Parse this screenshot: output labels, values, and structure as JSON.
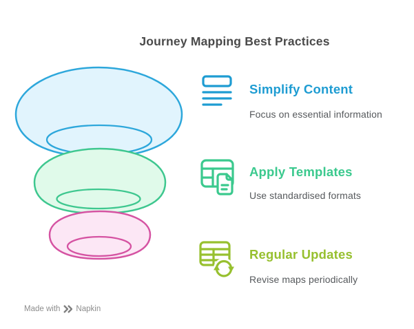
{
  "title": "Journey Mapping Best Practices",
  "colors": {
    "heading": "#4a4a4a",
    "body_text": "#56595c"
  },
  "funnel": {
    "layers": [
      {
        "fill": "#e1f4fd",
        "stroke": "#2da7db"
      },
      {
        "fill": "#e0faea",
        "stroke": "#3ec78f"
      },
      {
        "fill": "#fce7f5",
        "stroke": "#d553a2"
      }
    ]
  },
  "sections": [
    {
      "icon": "document-lines-icon",
      "color": "#1e9cd2",
      "title": "Simplify Content",
      "description": "Focus on essential information"
    },
    {
      "icon": "table-document-icon",
      "color": "#3bc98e",
      "title": "Apply Templates",
      "description": "Use standardised formats"
    },
    {
      "icon": "table-refresh-icon",
      "color": "#97c02f",
      "title": "Regular Updates",
      "description": "Revise maps periodically"
    }
  ],
  "watermark": {
    "prefix": "Made with",
    "brand": "Napkin"
  }
}
